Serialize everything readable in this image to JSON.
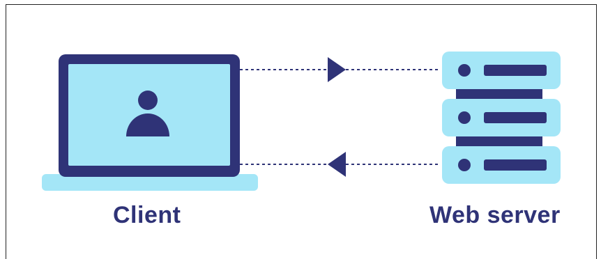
{
  "diagram": {
    "client_label": "Client",
    "server_label": "Web server",
    "colors": {
      "dark": "#2f3377",
      "light": "#a4e6f7",
      "arrow_line": "#2f3377",
      "background": "#ffffff"
    },
    "icons": [
      "laptop-icon",
      "user-icon",
      "server-icon"
    ],
    "arrows": [
      {
        "from": "client",
        "to": "web server",
        "direction": "right"
      },
      {
        "from": "web server",
        "to": "client",
        "direction": "left"
      }
    ]
  }
}
